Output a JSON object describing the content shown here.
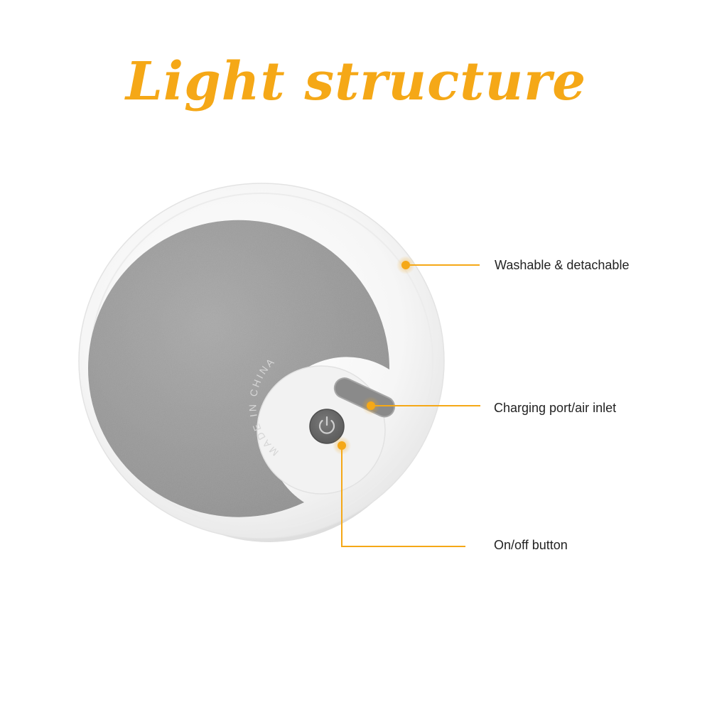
{
  "title": "Light structure",
  "stamp_text": "MADE IN CHINA",
  "callouts": [
    {
      "id": "washable",
      "label": "Washable & detachable"
    },
    {
      "id": "charging",
      "label": "Charging port/air inlet"
    },
    {
      "id": "onoff",
      "label": "On/off button"
    }
  ],
  "colors": {
    "accent": "#f5a817",
    "title": "#f5a817",
    "device_shell": "#f4f4f4",
    "filter_pad": "#9c9c9c",
    "power_button": "#6b6b6b",
    "label_text": "#222222"
  },
  "icons": {
    "power": "power-icon"
  }
}
